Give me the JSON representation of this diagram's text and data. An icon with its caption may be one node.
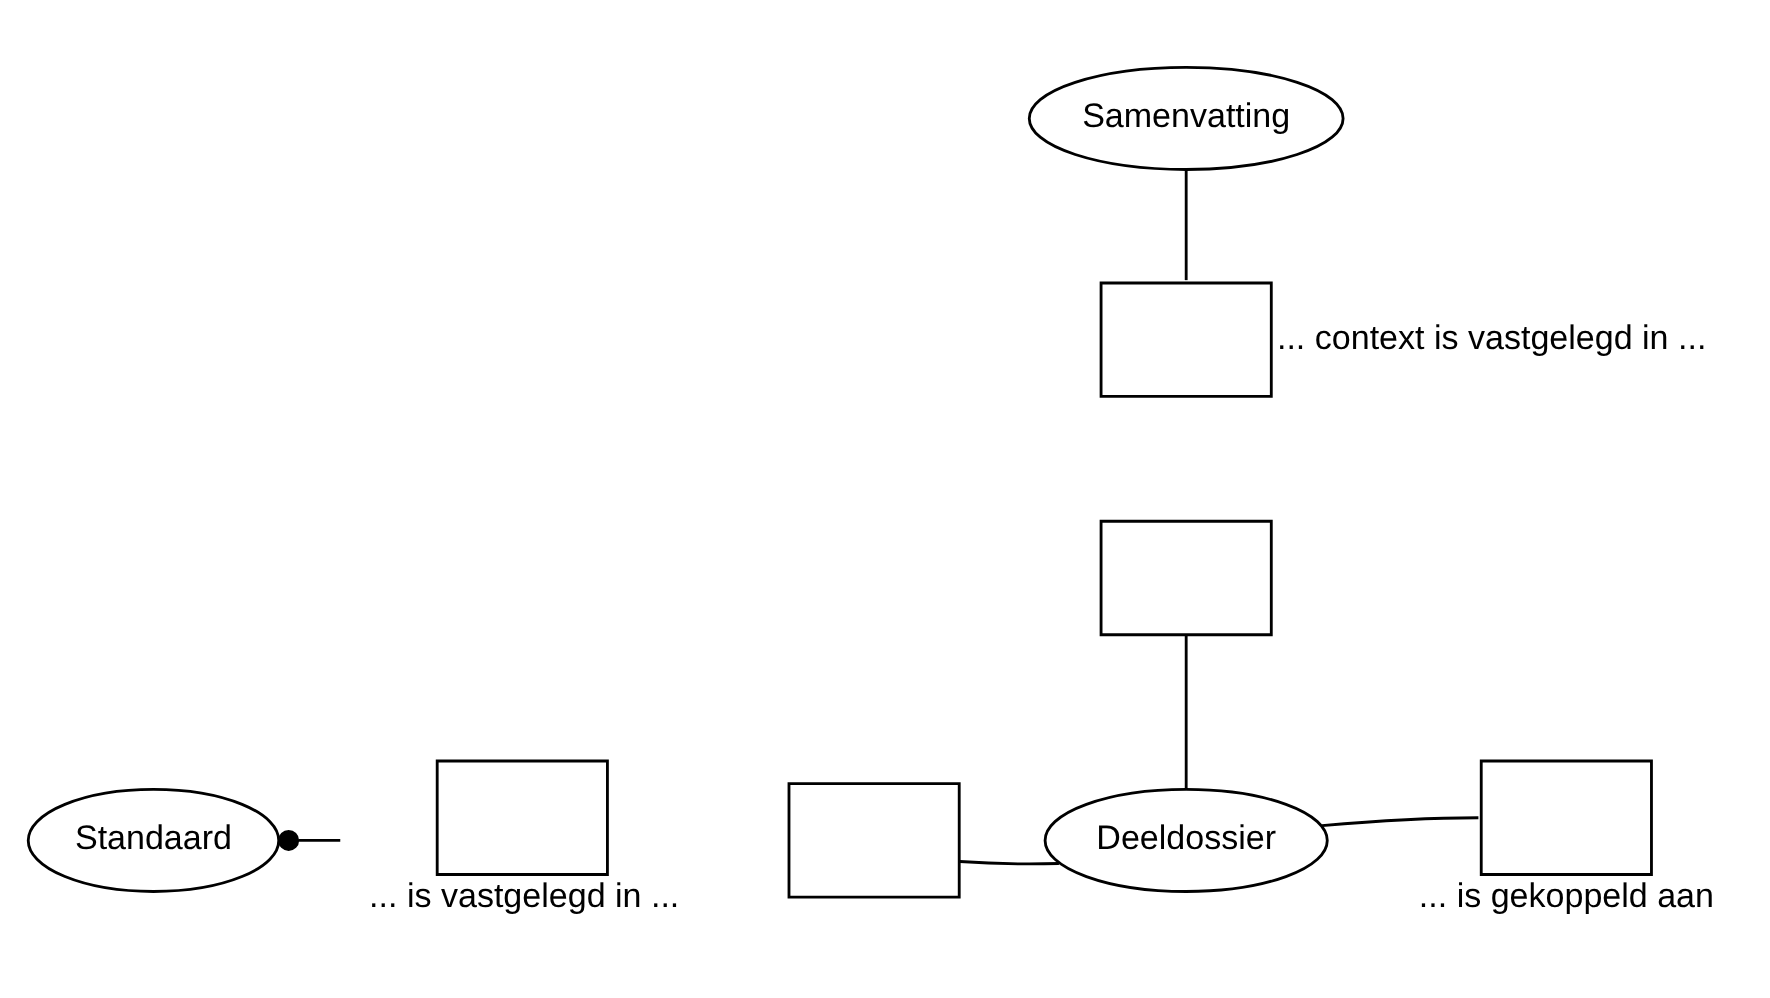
{
  "diagram": {
    "nodes": [
      {
        "text": [
          "Samenvatting"
        ]
      },
      {
        "text": [],
        "shape": "box",
        "beside": [
          "... context is vastgelegd in ..."
        ]
      },
      {
        "text": [],
        "shape": "box"
      },
      {
        "text": [
          "Standaard"
        ]
      },
      {
        "text": [],
        "shape": "box",
        "beside": [
          "... is vastgelegd in ..."
        ]
      },
      {
        "text": [],
        "shape": "box"
      },
      {
        "text": [
          "Deeldossier"
        ]
      },
      {
        "text": [],
        "shape": "box",
        "beside": [
          "... is gekoppeld aan"
        ]
      }
    ],
    "edges": [
      {
        "from": 0,
        "to": 1,
        "arrow": "none"
      },
      {
        "from": 2,
        "to": 6,
        "arrow": "none"
      },
      {
        "from": 3,
        "to": 4,
        "arrow": "other"
      },
      {
        "from": 5,
        "to": 6,
        "arrow": "none"
      },
      {
        "from": 6,
        "to": 7,
        "arrow": "none"
      }
    ]
  }
}
